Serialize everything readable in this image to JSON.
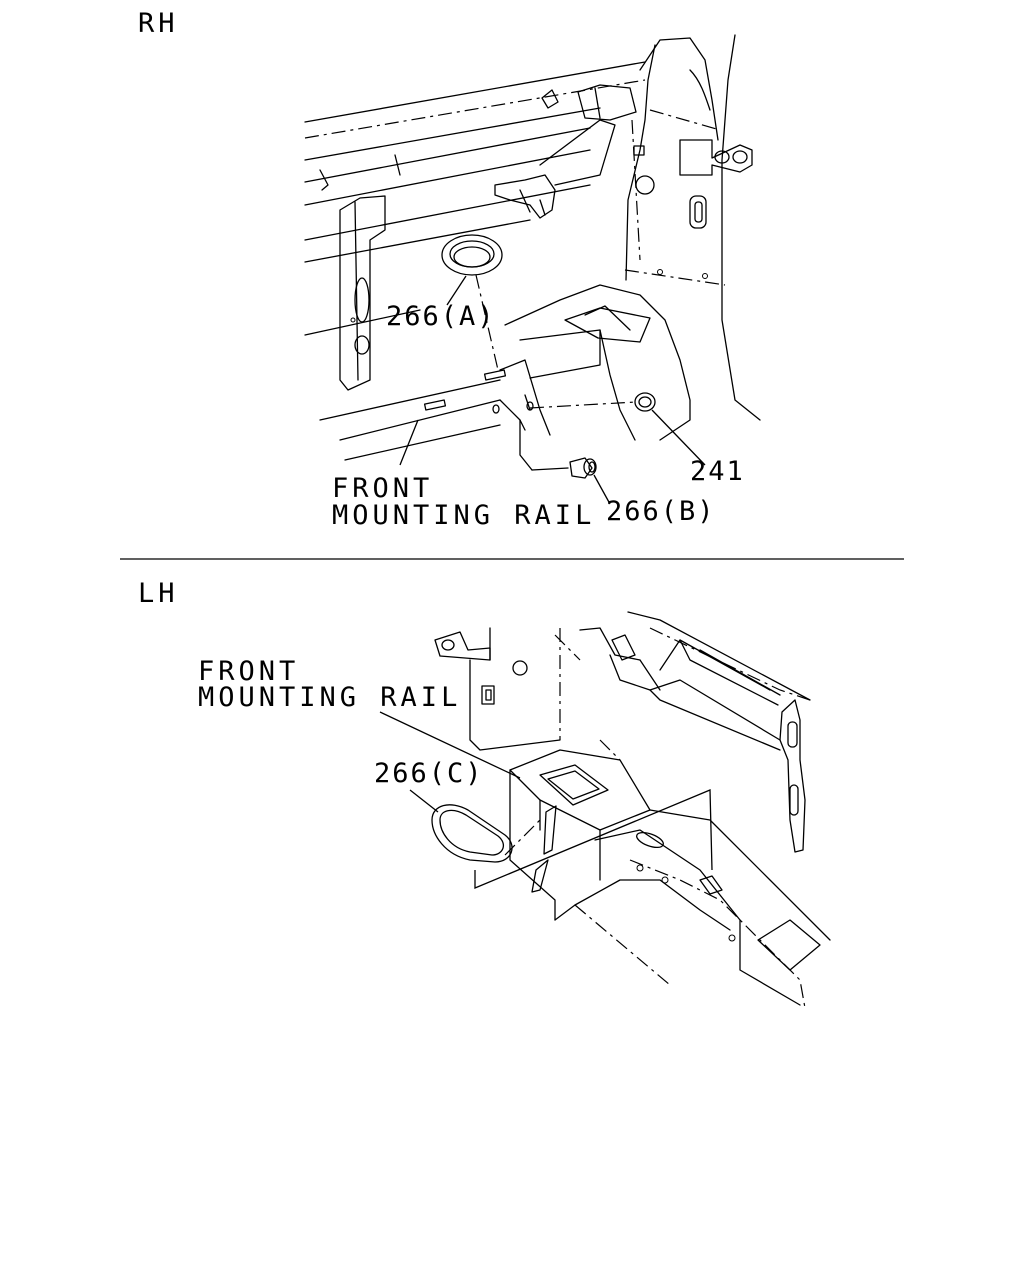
{
  "diagram": {
    "rh_section": {
      "side_label": "RH",
      "rail_label_line1": "FRONT",
      "rail_label_line2": "MOUNTING RAIL",
      "callouts": {
        "plug_a": "266(A)",
        "grommet": "241",
        "plug_b": "266(B)"
      }
    },
    "lh_section": {
      "side_label": "LH",
      "rail_label_line1": "FRONT",
      "rail_label_line2": "MOUNTING RAIL",
      "callouts": {
        "plug_c": "266(C)"
      }
    }
  }
}
